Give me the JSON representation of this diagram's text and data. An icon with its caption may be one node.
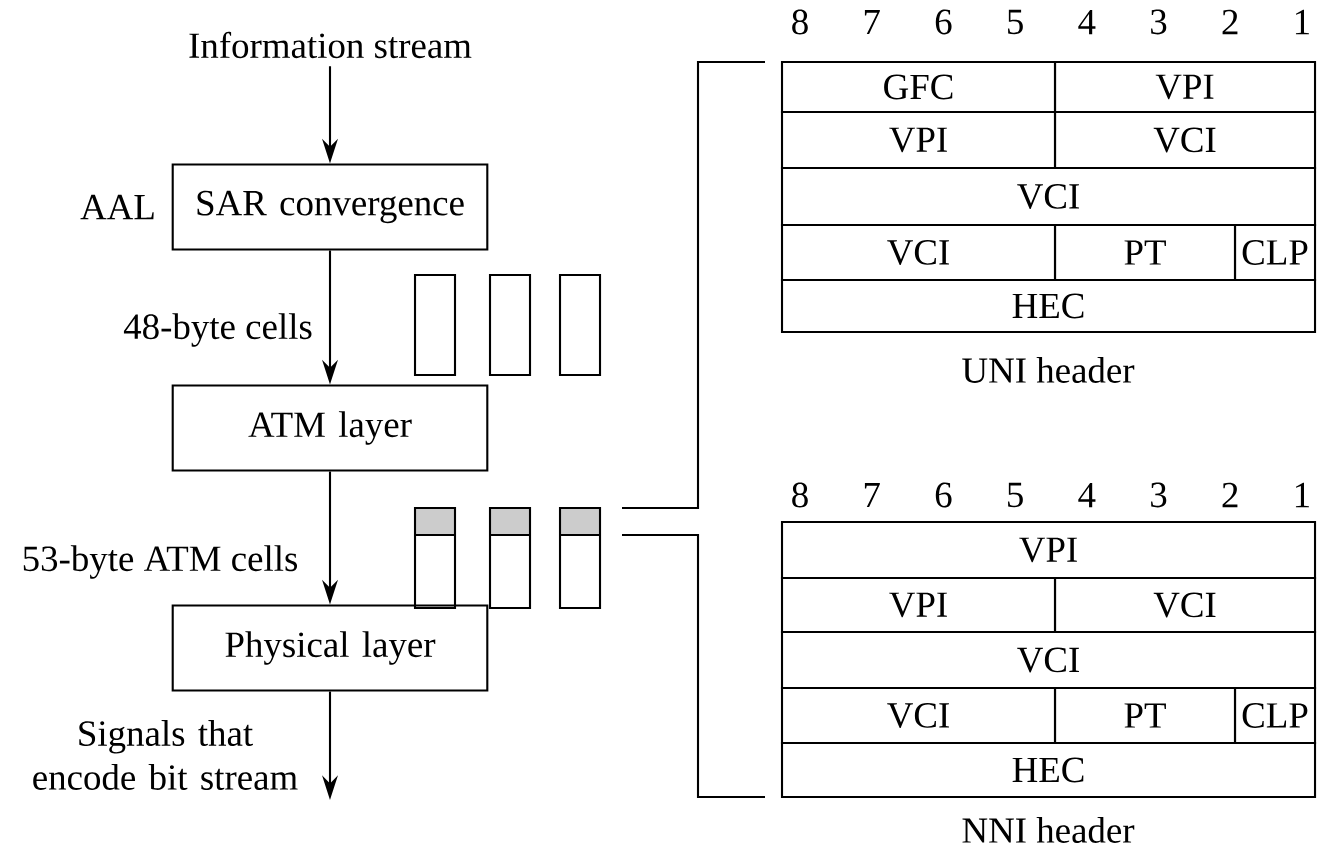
{
  "diagram": {
    "nodes": [
      {
        "text": [
          "Information stream"
        ]
      },
      {
        "text": [
          "SAR convergence"
        ],
        "beside": [
          "AAL"
        ]
      },
      {
        "text": [
          "ATM layer"
        ]
      },
      {
        "text": [
          "Physical layer"
        ]
      }
    ],
    "edges": [
      {
        "from": 0,
        "to": 1,
        "arrow": "to"
      },
      {
        "from": 1,
        "to": 2,
        "arrow": "to",
        "label": "48-byte cells"
      },
      {
        "from": 2,
        "to": 3,
        "arrow": "to",
        "label": "53-byte ATM cells"
      },
      {
        "from": 3,
        "to": null,
        "arrow": "to"
      }
    ],
    "labels": [
      "8",
      "7",
      "6",
      "5",
      "4",
      "3",
      "2",
      "1",
      "GFC",
      "VPI",
      "VPI",
      "VCI",
      "VCI",
      "VCI",
      "PT",
      "CLP",
      "HEC",
      "UNI header",
      "8",
      "7",
      "6",
      "5",
      "4",
      "3",
      "2",
      "1",
      "VPI",
      "VPI",
      "VCI",
      "VCI",
      "VCI",
      "PT",
      "CLP",
      "HEC",
      "NNI header",
      "Signals that encode bit stream"
    ]
  }
}
